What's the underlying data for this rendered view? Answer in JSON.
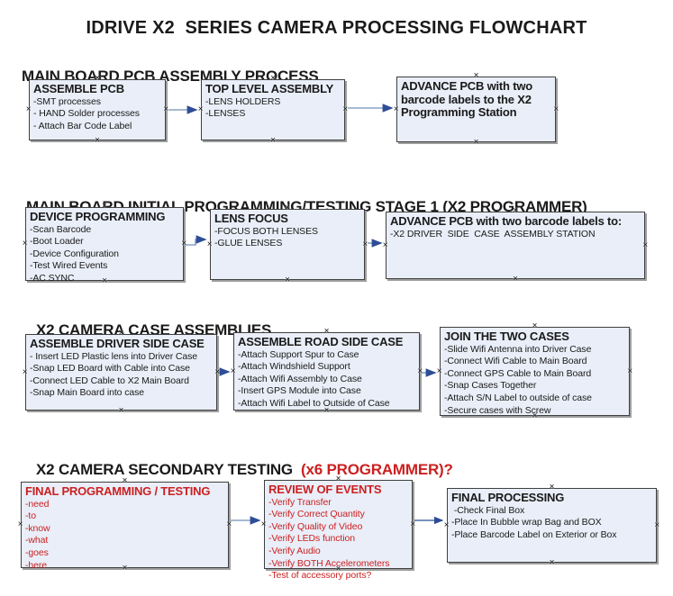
{
  "title": "IDRIVE X2  SERIES CAMERA PROCESSING FLOWCHART",
  "colors": {
    "box_fill": "#e9eef8",
    "box_border": "#3f3f3f",
    "red_text": "#cc2020",
    "arrow_line": "#87a3c4",
    "arrow_head": "#2e4d96"
  },
  "sections": [
    {
      "heading": "MAIN BOARD PCB ASSEMBLY PROCESS",
      "heading_suffix": "",
      "boxes": [
        {
          "title": "ASSEMBLE PCB",
          "items": [
            "-SMT processes",
            "- HAND Solder processes",
            "- Attach Bar Code Label"
          ]
        },
        {
          "title": "TOP LEVEL ASSEMBLY",
          "items": [
            "-LENS HOLDERS",
            "-LENSES"
          ]
        },
        {
          "title": "ADVANCE PCB with two barcode labels to the  X2 Programming Station",
          "items": []
        }
      ]
    },
    {
      "heading": "MAIN BOARD INITIAL PROGRAMMING/TESTING STAGE 1 (X2 PROGRAMMER)",
      "heading_suffix": "",
      "boxes": [
        {
          "title": "DEVICE PROGRAMMING",
          "items": [
            "-Scan Barcode",
            "-Boot Loader",
            "-Device Configuration",
            "-Test Wired Events",
            "-AC SYNC"
          ]
        },
        {
          "title": "LENS FOCUS",
          "items": [
            "-FOCUS BOTH LENSES",
            "-GLUE LENSES"
          ]
        },
        {
          "title": "ADVANCE PCB with two barcode labels to:",
          "items": [
            "-X2 DRIVER  SIDE  CASE  ASSEMBLY STATION"
          ]
        }
      ]
    },
    {
      "heading": "X2 CAMERA CASE ASSEMBLIES",
      "heading_suffix": "",
      "boxes": [
        {
          "title": "ASSEMBLE DRIVER SIDE CASE",
          "items": [
            "- Insert LED Plastic lens into Driver Case",
            "-Snap LED Board with Cable into Case",
            "-Connect LED Cable to X2 Main Board",
            "-Snap Main Board into case"
          ]
        },
        {
          "title": "ASSEMBLE ROAD SIDE CASE",
          "items": [
            "-Attach Support Spur to Case",
            "-Attach Windshield Support",
            "-Attach Wifi Assembly to Case",
            "-Insert GPS Module into Case",
            "-Attach Wifi Label to Outside of Case"
          ]
        },
        {
          "title": "JOIN THE TWO CASES",
          "items": [
            "-Slide Wifi Antenna into Driver Case",
            "-Connect Wifi Cable to Main Board",
            "-Connect GPS Cable to Main Board",
            "-Snap Cases Together",
            "-Attach S/N Label to outside of case",
            "-Secure cases with Screw"
          ]
        }
      ]
    },
    {
      "heading": "X2 CAMERA SECONDARY TESTING ",
      "heading_suffix": " (x6 PROGRAMMER)?",
      "boxes": [
        {
          "title": "FINAL PROGRAMMING / TESTING",
          "color": "red",
          "items": [
            "-need",
            "-to",
            "-know",
            "-what",
            "-goes",
            "-here"
          ]
        },
        {
          "title": "REVIEW OF EVENTS",
          "color": "red",
          "items": [
            "-Verify Transfer",
            "-Verify Correct Quantity",
            "-Verify Quality of Video",
            "-Verify LEDs function",
            "-Verify Audio",
            "-Verify BOTH Accelerometers",
            "-Test of accessory ports?"
          ]
        },
        {
          "title": "FINAL PROCESSING",
          "items": [
            " -Check Final Box",
            "-Place In Bubble wrap Bag and BOX",
            "-Place Barcode Label on Exterior or Box"
          ]
        }
      ]
    }
  ]
}
